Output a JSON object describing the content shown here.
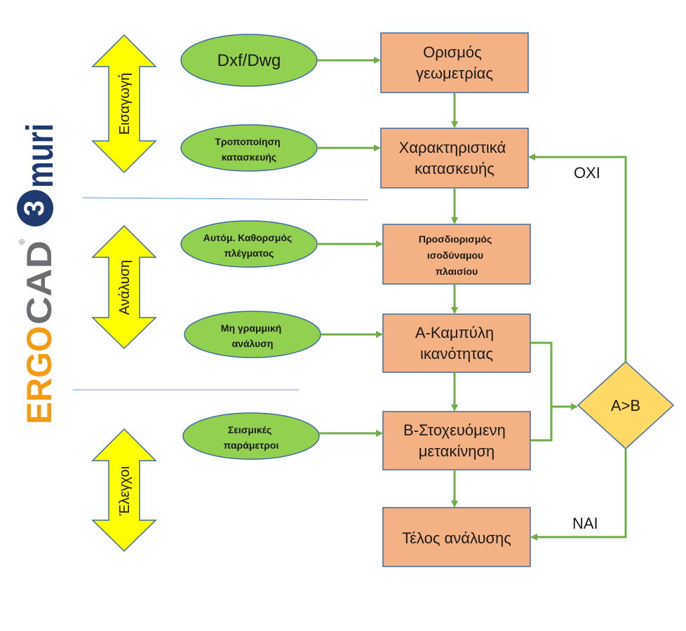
{
  "logo": {
    "brand": "ERGOCAD",
    "brand_orange_part": "ERGO",
    "brand_gray_part": "CAD",
    "registered": "®",
    "product_numeral": "3",
    "product_name": "muri"
  },
  "phases": [
    {
      "label": "Εισαγωγή"
    },
    {
      "label": "Ανάλυση"
    },
    {
      "label": "Έλεγχοι"
    }
  ],
  "inputs": [
    {
      "lines": [
        "Dxf/Dwg"
      ]
    },
    {
      "lines": [
        "Τροποποίηση",
        "κατασκευής"
      ]
    },
    {
      "lines": [
        "Αυτόμ. Καθορσμός",
        "πλέγματος"
      ]
    },
    {
      "lines": [
        "Μη γραμμική",
        "ανάλυση"
      ]
    },
    {
      "lines": [
        "Σεισμικές",
        "παράμετροι"
      ]
    }
  ],
  "steps": [
    {
      "lines": [
        "Ορισμός",
        "γεωμετρίας"
      ]
    },
    {
      "lines": [
        "Χαρακτηριστικά",
        "κατασκευής"
      ]
    },
    {
      "lines": [
        "Προσδιορισμός",
        "ισοδύναμου",
        "πλαισίου"
      ]
    },
    {
      "lines": [
        "Α-Καμπύλη",
        "ικανότητας"
      ]
    },
    {
      "lines": [
        "Β-Στοχευόμενη",
        "μετακίνηση"
      ]
    },
    {
      "lines": [
        "Τέλος ανάλυσης"
      ]
    }
  ],
  "decision": {
    "label": "Α>Β",
    "no_label": "ΟΧΙ",
    "yes_label": "ΝΑΙ"
  },
  "colors": {
    "ellipse_fill": "#92d050",
    "ellipse_stroke": "#3e6b9e",
    "box_fill": "#f4b183",
    "box_stroke": "#3e6b9e",
    "arrow_fill": "#ffff00",
    "arrow_stroke": "#3e6b9e",
    "diamond_fill": "#ffd966",
    "connector": "#70ad47",
    "divider": "#5b9bd5",
    "logo_orange": "#f39c12",
    "logo_gray": "#6d6e71",
    "logo_navy": "#1f3a6e"
  }
}
